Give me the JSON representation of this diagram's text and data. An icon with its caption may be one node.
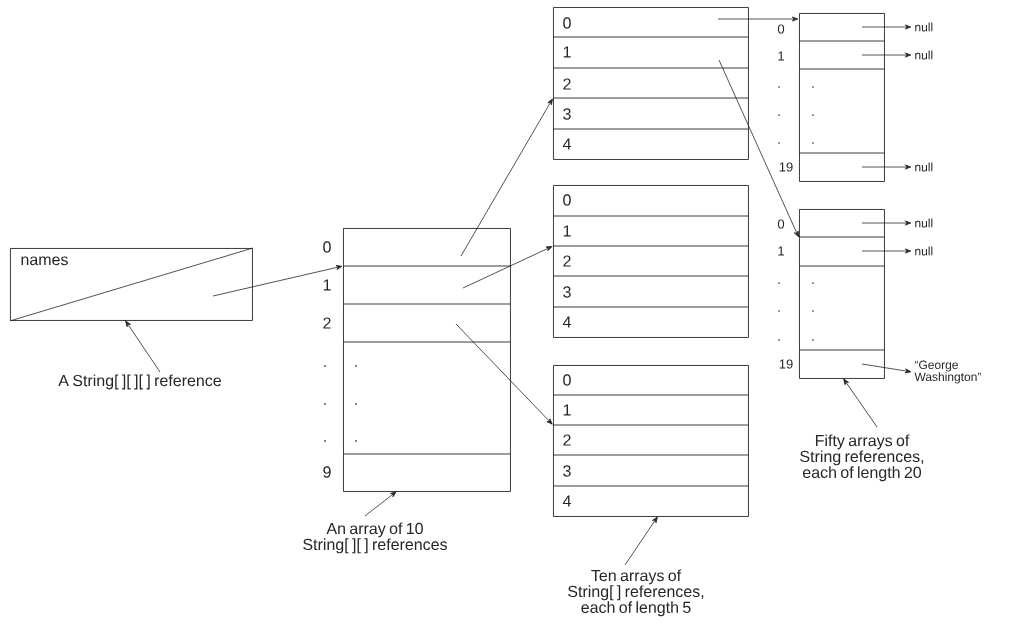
{
  "diagram": {
    "nodes": [
      {
        "text": [
          "names"
        ]
      },
      {
        "text": [
          "A String[ ][ ][ ] reference"
        ]
      },
      {
        "text": [],
        "shape": "box"
      },
      {
        "text": [],
        "shape": "box"
      },
      {
        "text": [],
        "shape": "box"
      },
      {
        "text": [],
        "shape": "box"
      },
      {
        "text": [],
        "shape": "box"
      },
      {
        "text": [],
        "shape": "box"
      },
      {
        "text": [
          "null"
        ]
      },
      {
        "text": [
          "null"
        ]
      },
      {
        "text": [
          "null"
        ]
      },
      {
        "text": [
          "null"
        ]
      },
      {
        "text": [
          "null"
        ]
      },
      {
        "text": [
          "“George Washington”"
        ]
      },
      {
        "text": [
          "An array of 10 String[ ][ ] references"
        ]
      },
      {
        "text": [
          "Ten arrays of String[ ] references, each of length 5"
        ]
      },
      {
        "text": [
          "Fifty arrays of String references, each of length 20"
        ]
      }
    ],
    "edges": [
      {
        "from": 0,
        "to": 2,
        "arrow": "to"
      },
      {
        "from": 1,
        "to": 0,
        "arrow": "to"
      },
      {
        "from": 2,
        "to": 3,
        "arrow": "to"
      },
      {
        "from": 2,
        "to": 4,
        "arrow": "to"
      },
      {
        "from": 2,
        "to": 5,
        "arrow": "to"
      },
      {
        "from": 3,
        "to": 6,
        "arrow": "to"
      },
      {
        "from": 3,
        "to": 7,
        "arrow": "to"
      },
      {
        "from": 6,
        "to": 8,
        "arrow": "to"
      },
      {
        "from": 6,
        "to": 9,
        "arrow": "to"
      },
      {
        "from": 6,
        "to": 10,
        "arrow": "to"
      },
      {
        "from": 7,
        "to": 11,
        "arrow": "to"
      },
      {
        "from": 7,
        "to": 12,
        "arrow": "to"
      },
      {
        "from": 7,
        "to": 13,
        "arrow": "to"
      },
      {
        "from": 14,
        "to": 2,
        "arrow": "to"
      },
      {
        "from": 15,
        "to": 5,
        "arrow": "to"
      },
      {
        "from": 16,
        "to": 7,
        "arrow": "to"
      }
    ],
    "labels": [
      "0",
      "1",
      "2",
      ".",
      ".",
      ".",
      ".",
      ".",
      ".",
      "9",
      "0",
      "1",
      "2",
      "3",
      "4",
      "0",
      "1",
      "2",
      "3",
      "4",
      "0",
      "1",
      "2",
      "3",
      "4",
      "0",
      "1",
      ".",
      ".",
      ".",
      ".",
      ".",
      ".",
      "19",
      "0",
      "1",
      ".",
      ".",
      ".",
      ".",
      ".",
      ".",
      "19"
    ]
  }
}
